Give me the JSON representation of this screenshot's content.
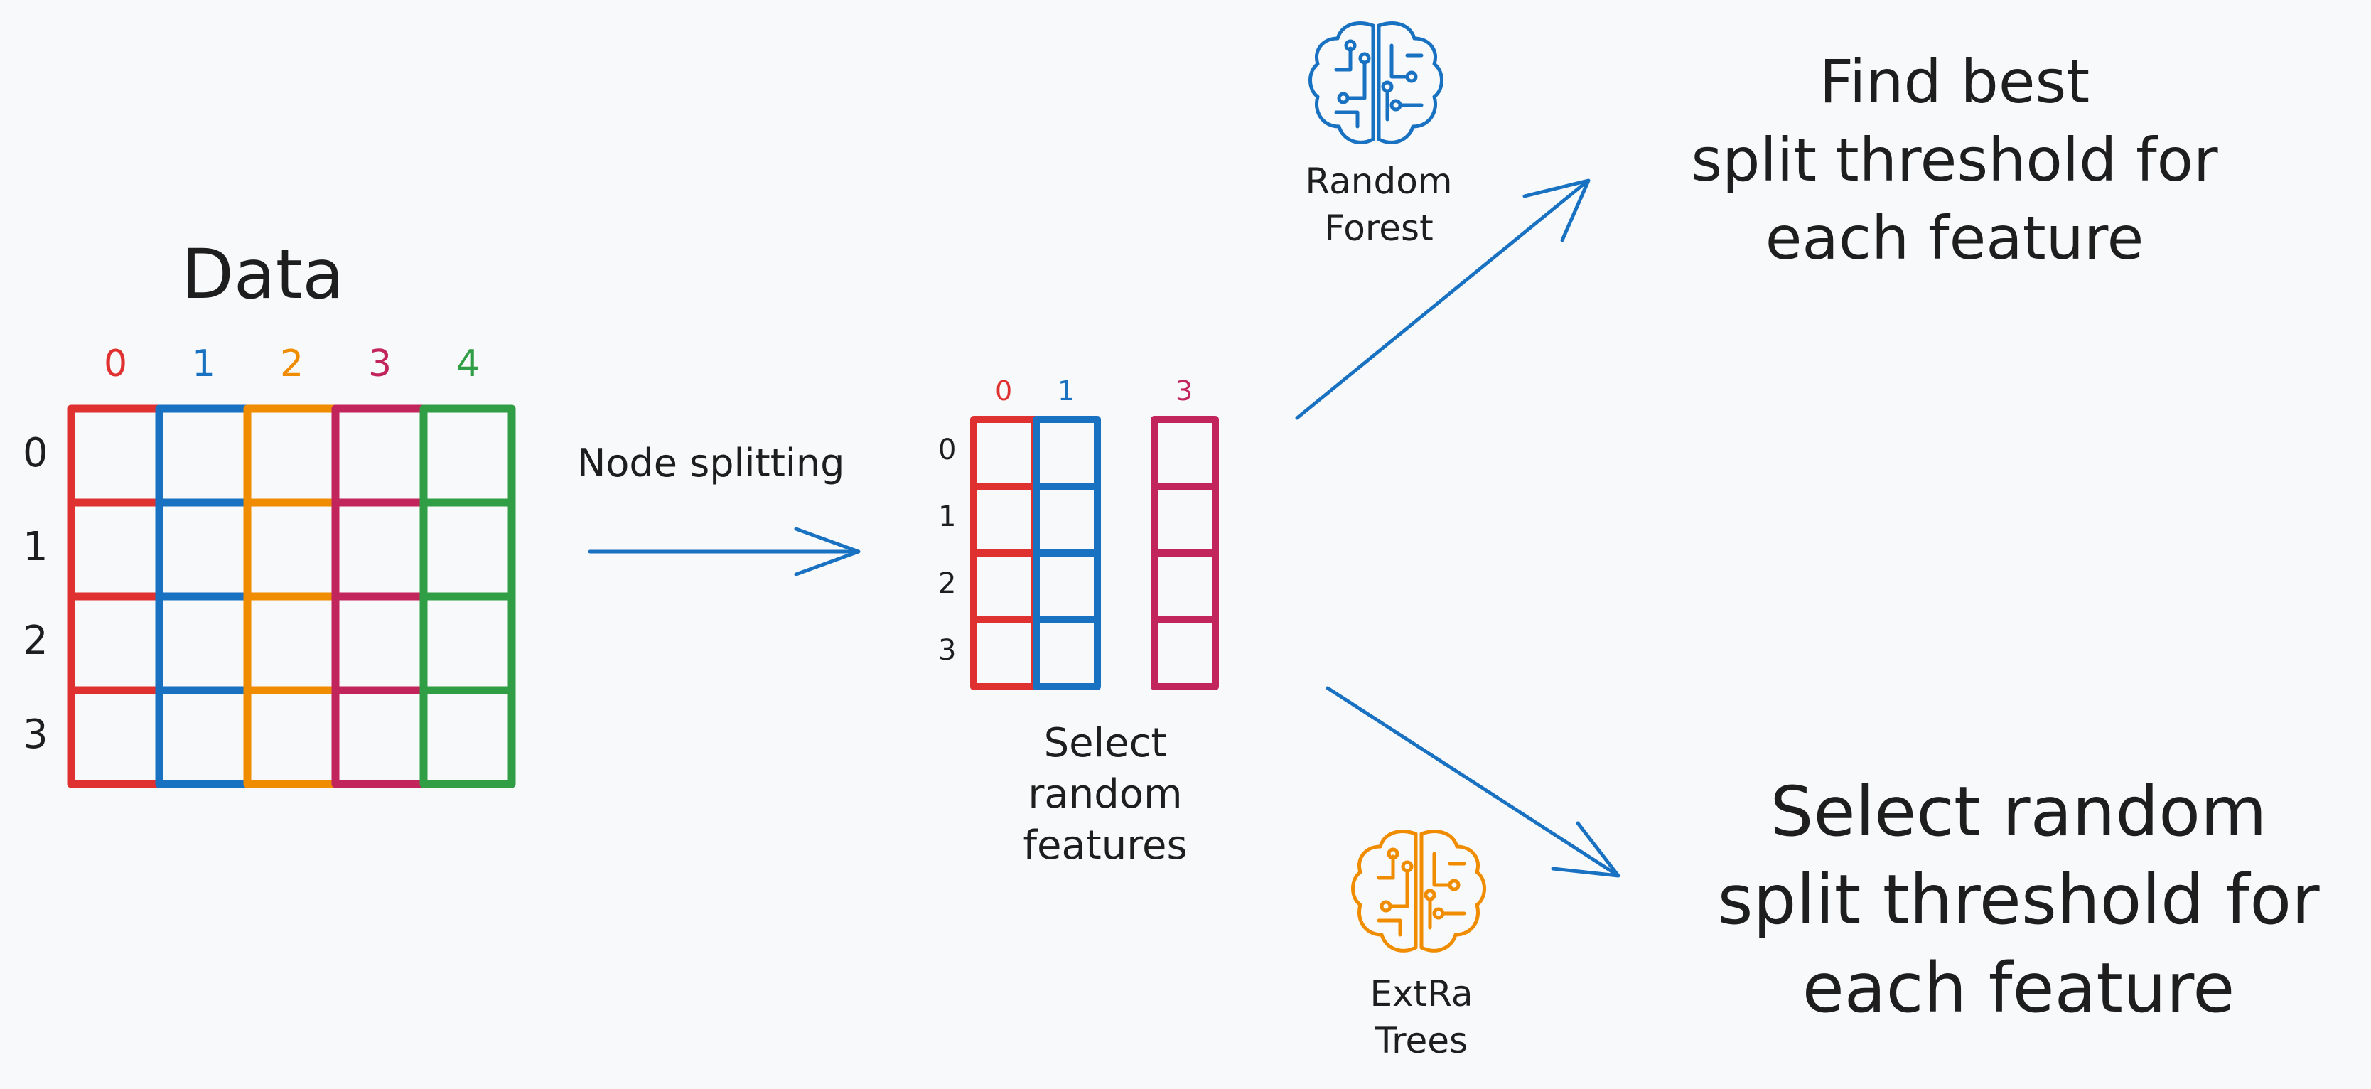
{
  "data_grid": {
    "title": "Data",
    "columns": [
      {
        "label": "0",
        "color": "#e03131"
      },
      {
        "label": "1",
        "color": "#1971c2"
      },
      {
        "label": "2",
        "color": "#f08c00"
      },
      {
        "label": "3",
        "color": "#c2255c"
      },
      {
        "label": "4",
        "color": "#2f9e44"
      }
    ],
    "rows": [
      "0",
      "1",
      "2",
      "3"
    ]
  },
  "arrow_label": "Node splitting",
  "selected_grid": {
    "columns": [
      {
        "label": "0",
        "color": "#e03131"
      },
      {
        "label": "1",
        "color": "#1971c2"
      },
      {
        "label": "3",
        "color": "#c2255c"
      }
    ],
    "rows": [
      "0",
      "1",
      "2",
      "3"
    ],
    "caption": {
      "line1": "Select",
      "line2": "random",
      "line3": "features"
    }
  },
  "random_forest": {
    "label_line1": "Random",
    "label_line2": "Forest",
    "icon": "brain-circuit-icon",
    "icon_color": "#1971c2",
    "outcome_line1": "Find best",
    "outcome_line2": "split threshold for",
    "outcome_line3": "each feature"
  },
  "extra_trees": {
    "label_line1": "ExtRa",
    "label_line2": "Trees",
    "icon": "brain-circuit-icon",
    "icon_color": "#f08c00",
    "outcome_line1": "Select random",
    "outcome_line2": "split threshold for",
    "outcome_line3": "each feature"
  },
  "arrow_color": "#1971c2"
}
